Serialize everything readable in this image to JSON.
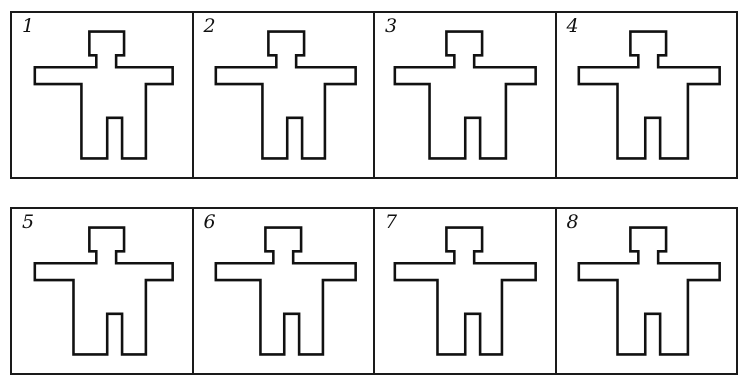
{
  "panels": [
    {
      "label": "1"
    },
    {
      "label": "2"
    },
    {
      "label": "3"
    },
    {
      "label": "4"
    },
    {
      "label": "5"
    },
    {
      "label": "6"
    },
    {
      "label": "7"
    },
    {
      "label": "8"
    }
  ]
}
